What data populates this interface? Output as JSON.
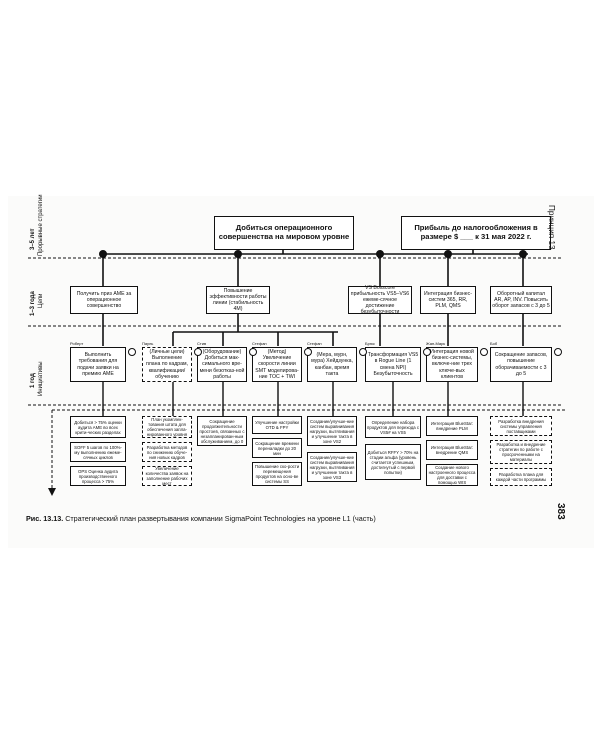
{
  "levels": {
    "level3": "3–5 лет\nПрорывные стратегии",
    "level2": "1–3 года\nЦели",
    "level1": "1 год\nИнициативы"
  },
  "top": {
    "left": "Добиться операционного совершенства на мировом уровне",
    "right": "Прибыль до налогообложения в размере $ ___ к 31 мая 2022 г."
  },
  "goals": [
    "Получить приз AME за операционное совершенство",
    "Повышение эффективности работы линии (стабильность 4M)",
    "VS Boxscore прибыльность VS5–VS6 ежеме-сячное достижение безубыточности",
    "Интеграция бизнес-систем 365, RR, PLM, QMS",
    "Оборотный капитал AR, AP, INV. Повысить оборот запасов с 3 до 5"
  ],
  "initiatives": [
    {
      "owner": "Роберт",
      "text": "Выполнить требования для подачи заявки на премию AME"
    },
    {
      "owner": "Пауль",
      "text": "(Личные цели) Выполнение плана по кадрам, квалификации/ обучению"
    },
    {
      "owner": "Стив",
      "text": "(Оборудование) Добиться мак-симального вре-мени безотказ-ной работы"
    },
    {
      "owner": "Стефан",
      "text": "(Метод) Увеличение скорости линии SMT моделирова-ние TOC + TWI"
    },
    {
      "owner": "Стефан",
      "text": "(Мера, мурн, мура) Хейдзунка, канбан, время такта"
    },
    {
      "owner": "Брюс",
      "text": "Трансформация VS5 в Rogue Line (1 смена NPI) Безубыточность"
    },
    {
      "owner": "Жан-Марк",
      "text": "Интеграция новой бизнес-системы, включе-ние трех ключе-вых клиентов"
    },
    {
      "owner": "Боб",
      "text": "Сокращение запасов, повышение оборачиваемости с 3 до 5"
    }
  ],
  "tasks": [
    [
      "Добиться > 75% оценки аудита AME во всех крити-ческих разделах",
      "SOFF 5 шагов по 100%-му выполнению ежеме-сячных циклов",
      "OPS Оценка аудита производственного процесса > 75%"
    ],
    [
      "План укомплек-тования штата для обеспечения запла-нированного уровня",
      "Разработка методов по снижению обуче-ния новых кадров",
      "Увеличение количества заявок на заполнение рабочих мест"
    ],
    [
      "Сокращение продолжительности простоев, связанных с незапланирован-ным обслуживанием, до 0"
    ],
    [
      "Улучшение настройки OTD & FPY",
      "Сокращение времени переналадки до 20 мин",
      "Повышение ско-рости перемещения продуктов на осно-ве системы SS"
    ],
    [
      "Создание/улучше-ние систем выравнивания нагрузки, вытягивания и улучшение такта в зоне VS2",
      "Создание/улучше-ние систем выравнивания нагрузки, вытягивания и улучшение такта в зоне VS3"
    ],
    [
      "Определение набора продуктов для перехода с VS5# на VS5",
      "Добиться RFFY > 70% на стадии альфа (уровень считается успешным, достигнутый с первой попытки)"
    ],
    [
      "Интеграция BlueStar: внедрение PLM",
      "Интеграция BlueStar: внедрение QMS",
      "Создание нового настроенного процесса для доставки с помощью WIS"
    ],
    [
      "Разработка внедрения системы управления поставщиками",
      "Разработка и внедрение стратегии по работе с просроченными на материалы",
      "Разработка плана для каждой части программы"
    ]
  ],
  "task_owners": [
    "Роберт",
    "Пауль",
    "Стив",
    "Стефан",
    "Стефан",
    "Брюс",
    "Жан-Марк",
    "Боб"
  ],
  "caption_label": "Рис. 13.13.",
  "caption_text": "Стратегический план развертывания компании SigmaPoint Technologies на уровне L1 (часть)",
  "side_caption": "Принцип 13",
  "page_number": "383"
}
